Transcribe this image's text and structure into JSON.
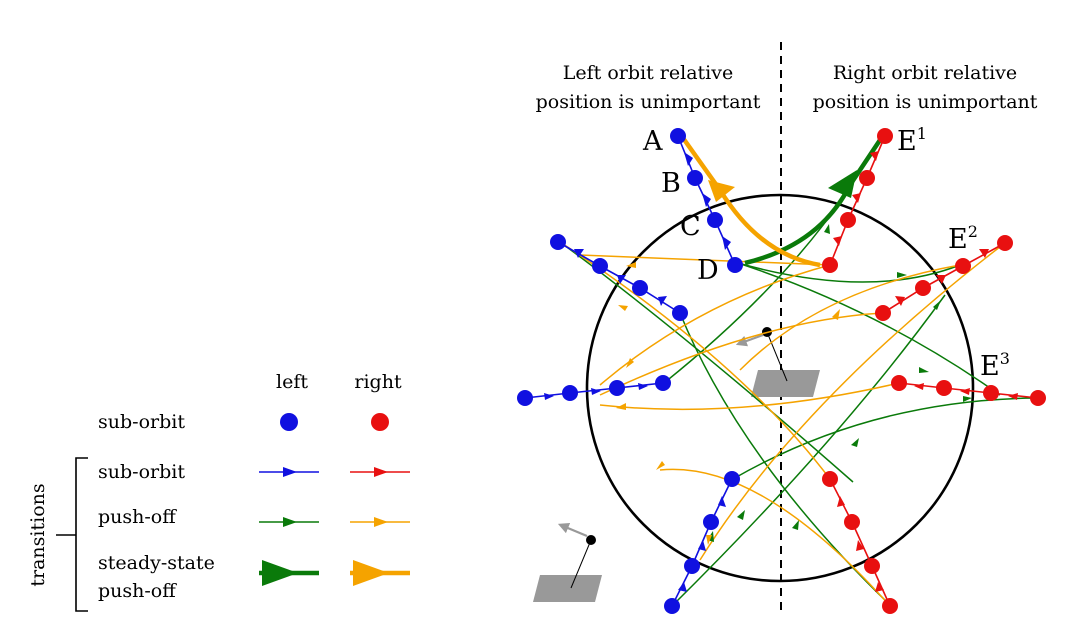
{
  "headers": {
    "left_line1": "Left orbit relative",
    "left_line2": "position is unimportant",
    "right_line1": "Right orbit relative",
    "right_line2": "position is unimportant"
  },
  "labels": {
    "A": "A",
    "B": "B",
    "C": "C",
    "D": "D",
    "E1": "E",
    "E1_sup": "1",
    "E2": "E",
    "E2_sup": "2",
    "E3": "E",
    "E3_sup": "3"
  },
  "legend": {
    "col_left": "left",
    "col_right": "right",
    "row_suborbit": "sub-orbit",
    "group_label": "transitions",
    "row_trans_suborbit": "sub-orbit",
    "row_pushoff": "push-off",
    "row_steady_line1": "steady-state",
    "row_steady_line2": "push-off"
  },
  "colors": {
    "left": "#1010e0",
    "right": "#e81010",
    "left_pushoff": "#0a7a0a",
    "right_pushoff": "#f5a300",
    "circle": "#000000",
    "platform": "#999999",
    "arrow_gray": "#999999"
  },
  "icons": {
    "leg_direction": "gray-arrow-icon",
    "platform": "gray-platform-icon"
  }
}
